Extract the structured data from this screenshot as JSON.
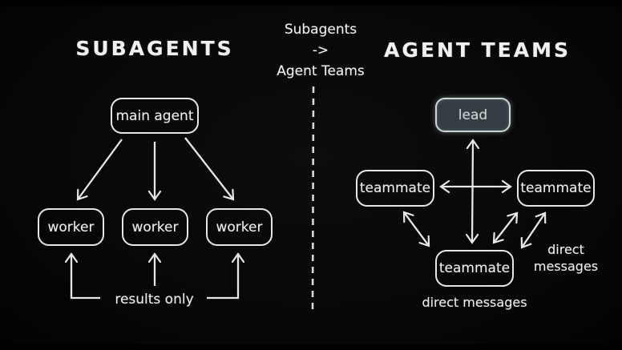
{
  "colors": {
    "background": "#070707",
    "stroke": "#e6e6e6",
    "text": "#ededed",
    "lead_fill": "#343d43",
    "lead_border": "#ccd7d4",
    "lead_text": "#c9d5cf"
  },
  "center_caption": {
    "line1": "Subagents",
    "line2": "->",
    "line3": "Agent Teams"
  },
  "left_panel": {
    "title": "SUBAGENTS",
    "main_node": "main agent",
    "workers": [
      "worker",
      "worker",
      "worker"
    ],
    "results_caption": "results only"
  },
  "right_panel": {
    "title": "AGENT TEAMS",
    "lead_node": "lead",
    "teammate_left": "teammate",
    "teammate_right": "teammate",
    "teammate_bottom": "teammate",
    "side_caption_line1": "direct",
    "side_caption_line2": "messages",
    "bottom_caption": "direct messages"
  }
}
